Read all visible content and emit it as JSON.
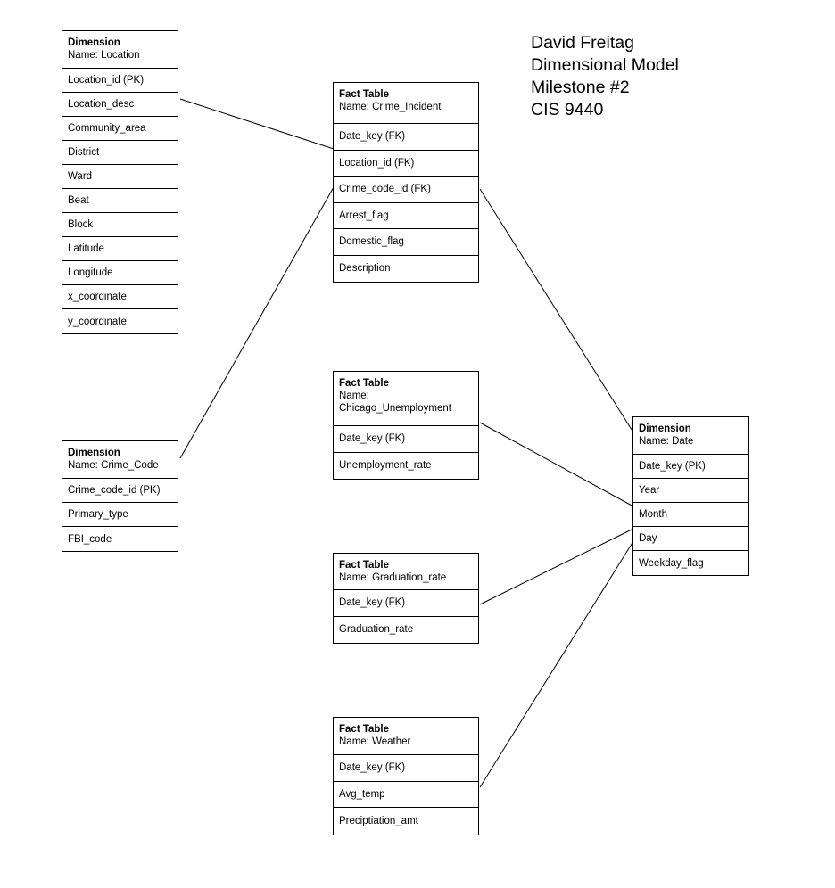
{
  "title_lines": [
    "David Freitag",
    "Dimensional Model",
    "Milestone #2",
    "CIS 9440"
  ],
  "entities": {
    "location": {
      "kind": "Dimension",
      "name": "Name: Location",
      "fields": [
        "Location_id (PK)",
        "Location_desc",
        "Community_area",
        "District",
        "Ward",
        "Beat",
        "Block",
        "Latitude",
        "Longitude",
        "x_coordinate",
        "y_coordinate"
      ]
    },
    "crime_code": {
      "kind": "Dimension",
      "name": "Name: Crime_Code",
      "fields": [
        "Crime_code_id (PK)",
        "Primary_type",
        "FBI_code"
      ]
    },
    "crime_incident": {
      "kind": "Fact Table",
      "name": "Name: Crime_Incident",
      "fields": [
        "Date_key (FK)",
        "Location_id (FK)",
        "Crime_code_id (FK)",
        "Arrest_flag",
        "Domestic_flag",
        "Description"
      ]
    },
    "unemployment": {
      "kind": "Fact Table",
      "name_label": "Name:",
      "name_value": "Chicago_Unemployment",
      "fields": [
        "Date_key (FK)",
        "Unemployment_rate"
      ]
    },
    "graduation": {
      "kind": "Fact Table",
      "name": "Name: Graduation_rate",
      "fields": [
        "Date_key (FK)",
        "Graduation_rate"
      ]
    },
    "weather": {
      "kind": "Fact Table",
      "name": "Name: Weather",
      "fields": [
        "Date_key (FK)",
        "Avg_temp",
        "Preciptiation_amt"
      ]
    },
    "date": {
      "kind": "Dimension",
      "name": "Name: Date",
      "fields": [
        "Date_key (PK)",
        "Year",
        "Month",
        "Day",
        "Weekday_flag"
      ]
    }
  }
}
